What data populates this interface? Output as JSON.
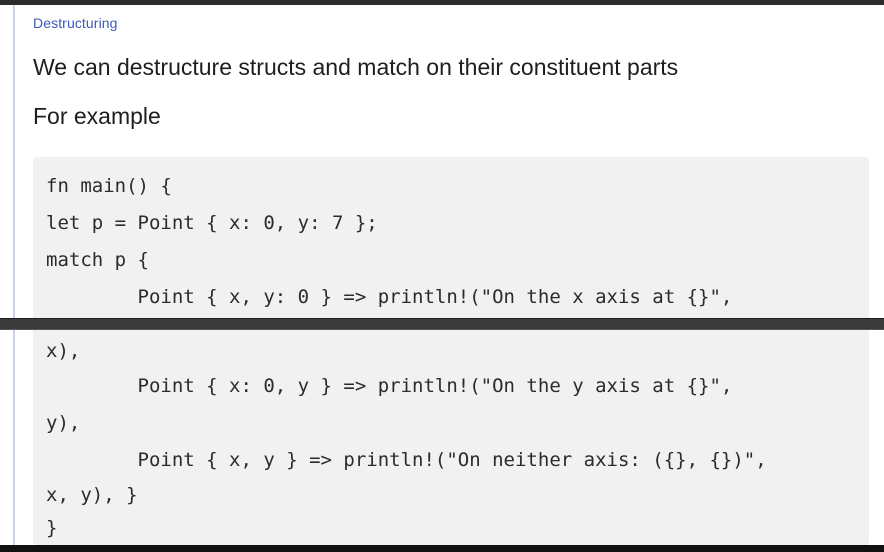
{
  "section": {
    "label": "Destructuring"
  },
  "text": {
    "lead": "We can destructure structs and match on their constituent parts",
    "sub": "For example"
  },
  "code": {
    "lines": [
      "fn main() {",
      "let p = Point { x: 0, y: 7 };",
      "match p {",
      "        Point { x, y: 0 } => println!(\"On the x axis at {}\",",
      "x),",
      "        Point { x: 0, y } => println!(\"On the y axis at {}\",",
      "y),",
      "        Point { x, y } => println!(\"On neither axis: ({}, {})\",",
      "x, y), }",
      "}"
    ]
  },
  "colors": {
    "accent": "#3d5ab8",
    "code_background": "#f1f1f2",
    "text": "#1e1e1e"
  }
}
